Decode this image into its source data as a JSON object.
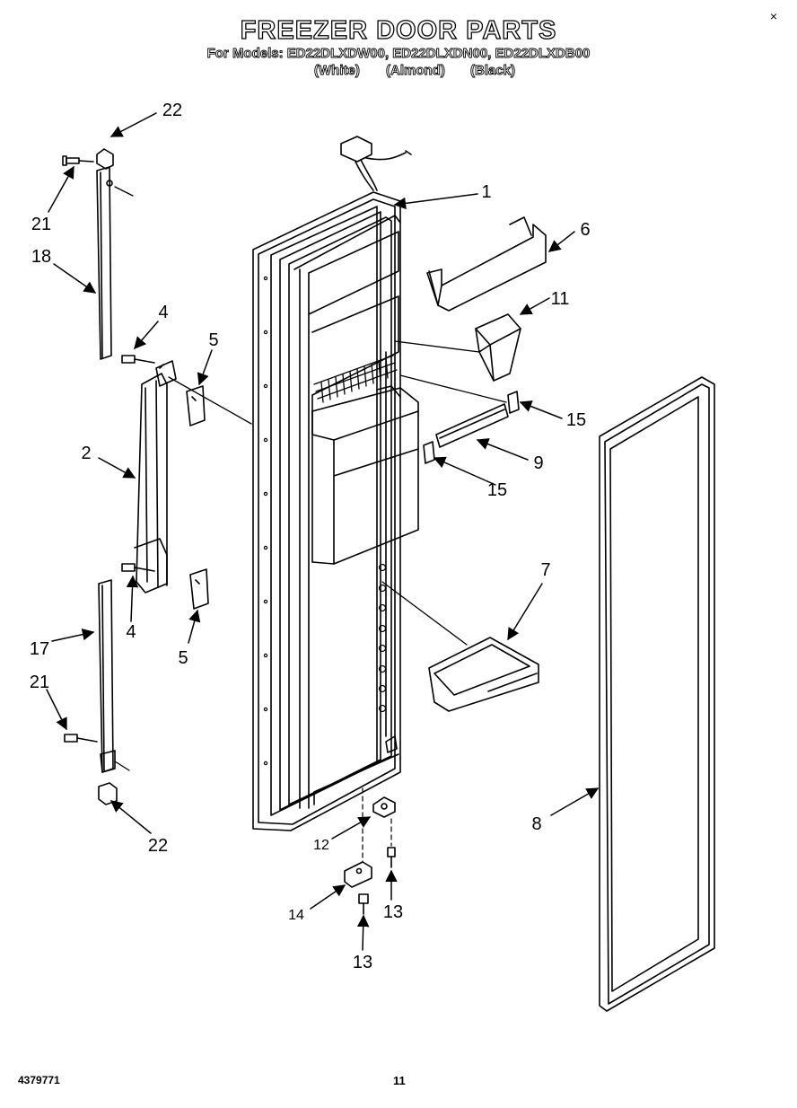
{
  "title": "FREEZER DOOR PARTS",
  "models_line": "For Models: ED22DLXDW00, ED22DLXDN00, ED22DLXDB00",
  "variants": [
    "(White)",
    "(Almond)",
    "(Black)"
  ],
  "corner_mark": "×",
  "doc_number": "4379771",
  "page_number": "11",
  "callouts": [
    "22",
    "21",
    "18",
    "4",
    "5",
    "2",
    "4",
    "5",
    "17",
    "21",
    "22",
    "1",
    "6",
    "11",
    "15",
    "9",
    "15",
    "7",
    "8",
    "12",
    "13",
    "14",
    "13"
  ]
}
